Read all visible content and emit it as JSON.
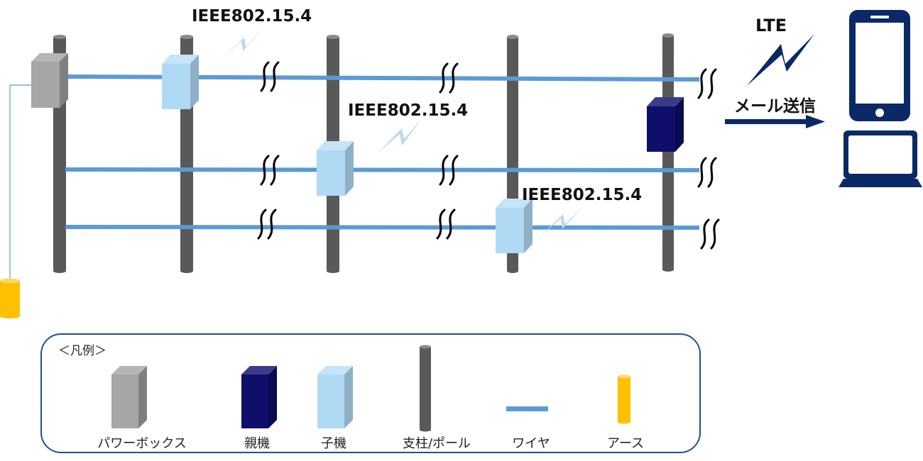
{
  "diagram": {
    "protocol_labels": [
      "IEEE802.15.4",
      "IEEE802.15.4",
      "IEEE802.15.4"
    ],
    "lte_label": "LTE",
    "mail_label": "メール送信",
    "colors": {
      "pole": "#595959",
      "wire": "#5b9bd5",
      "power_box": "#a6a6a6",
      "parent_unit": "#0f0f6b",
      "child_unit": "#b0daf4",
      "earth": "#ffc000",
      "device": "#0b2966",
      "signal_light": "#bdd7ee",
      "legend_border": "#1f4e9a"
    }
  },
  "legend": {
    "title": "＜凡例＞",
    "items": [
      {
        "key": "power_box",
        "label": "パワーボックス"
      },
      {
        "key": "parent_unit",
        "label": "親機"
      },
      {
        "key": "child_unit",
        "label": "子機"
      },
      {
        "key": "pole",
        "label": "支柱/ポール"
      },
      {
        "key": "wire",
        "label": "ワイヤ"
      },
      {
        "key": "earth",
        "label": "アース"
      }
    ]
  }
}
